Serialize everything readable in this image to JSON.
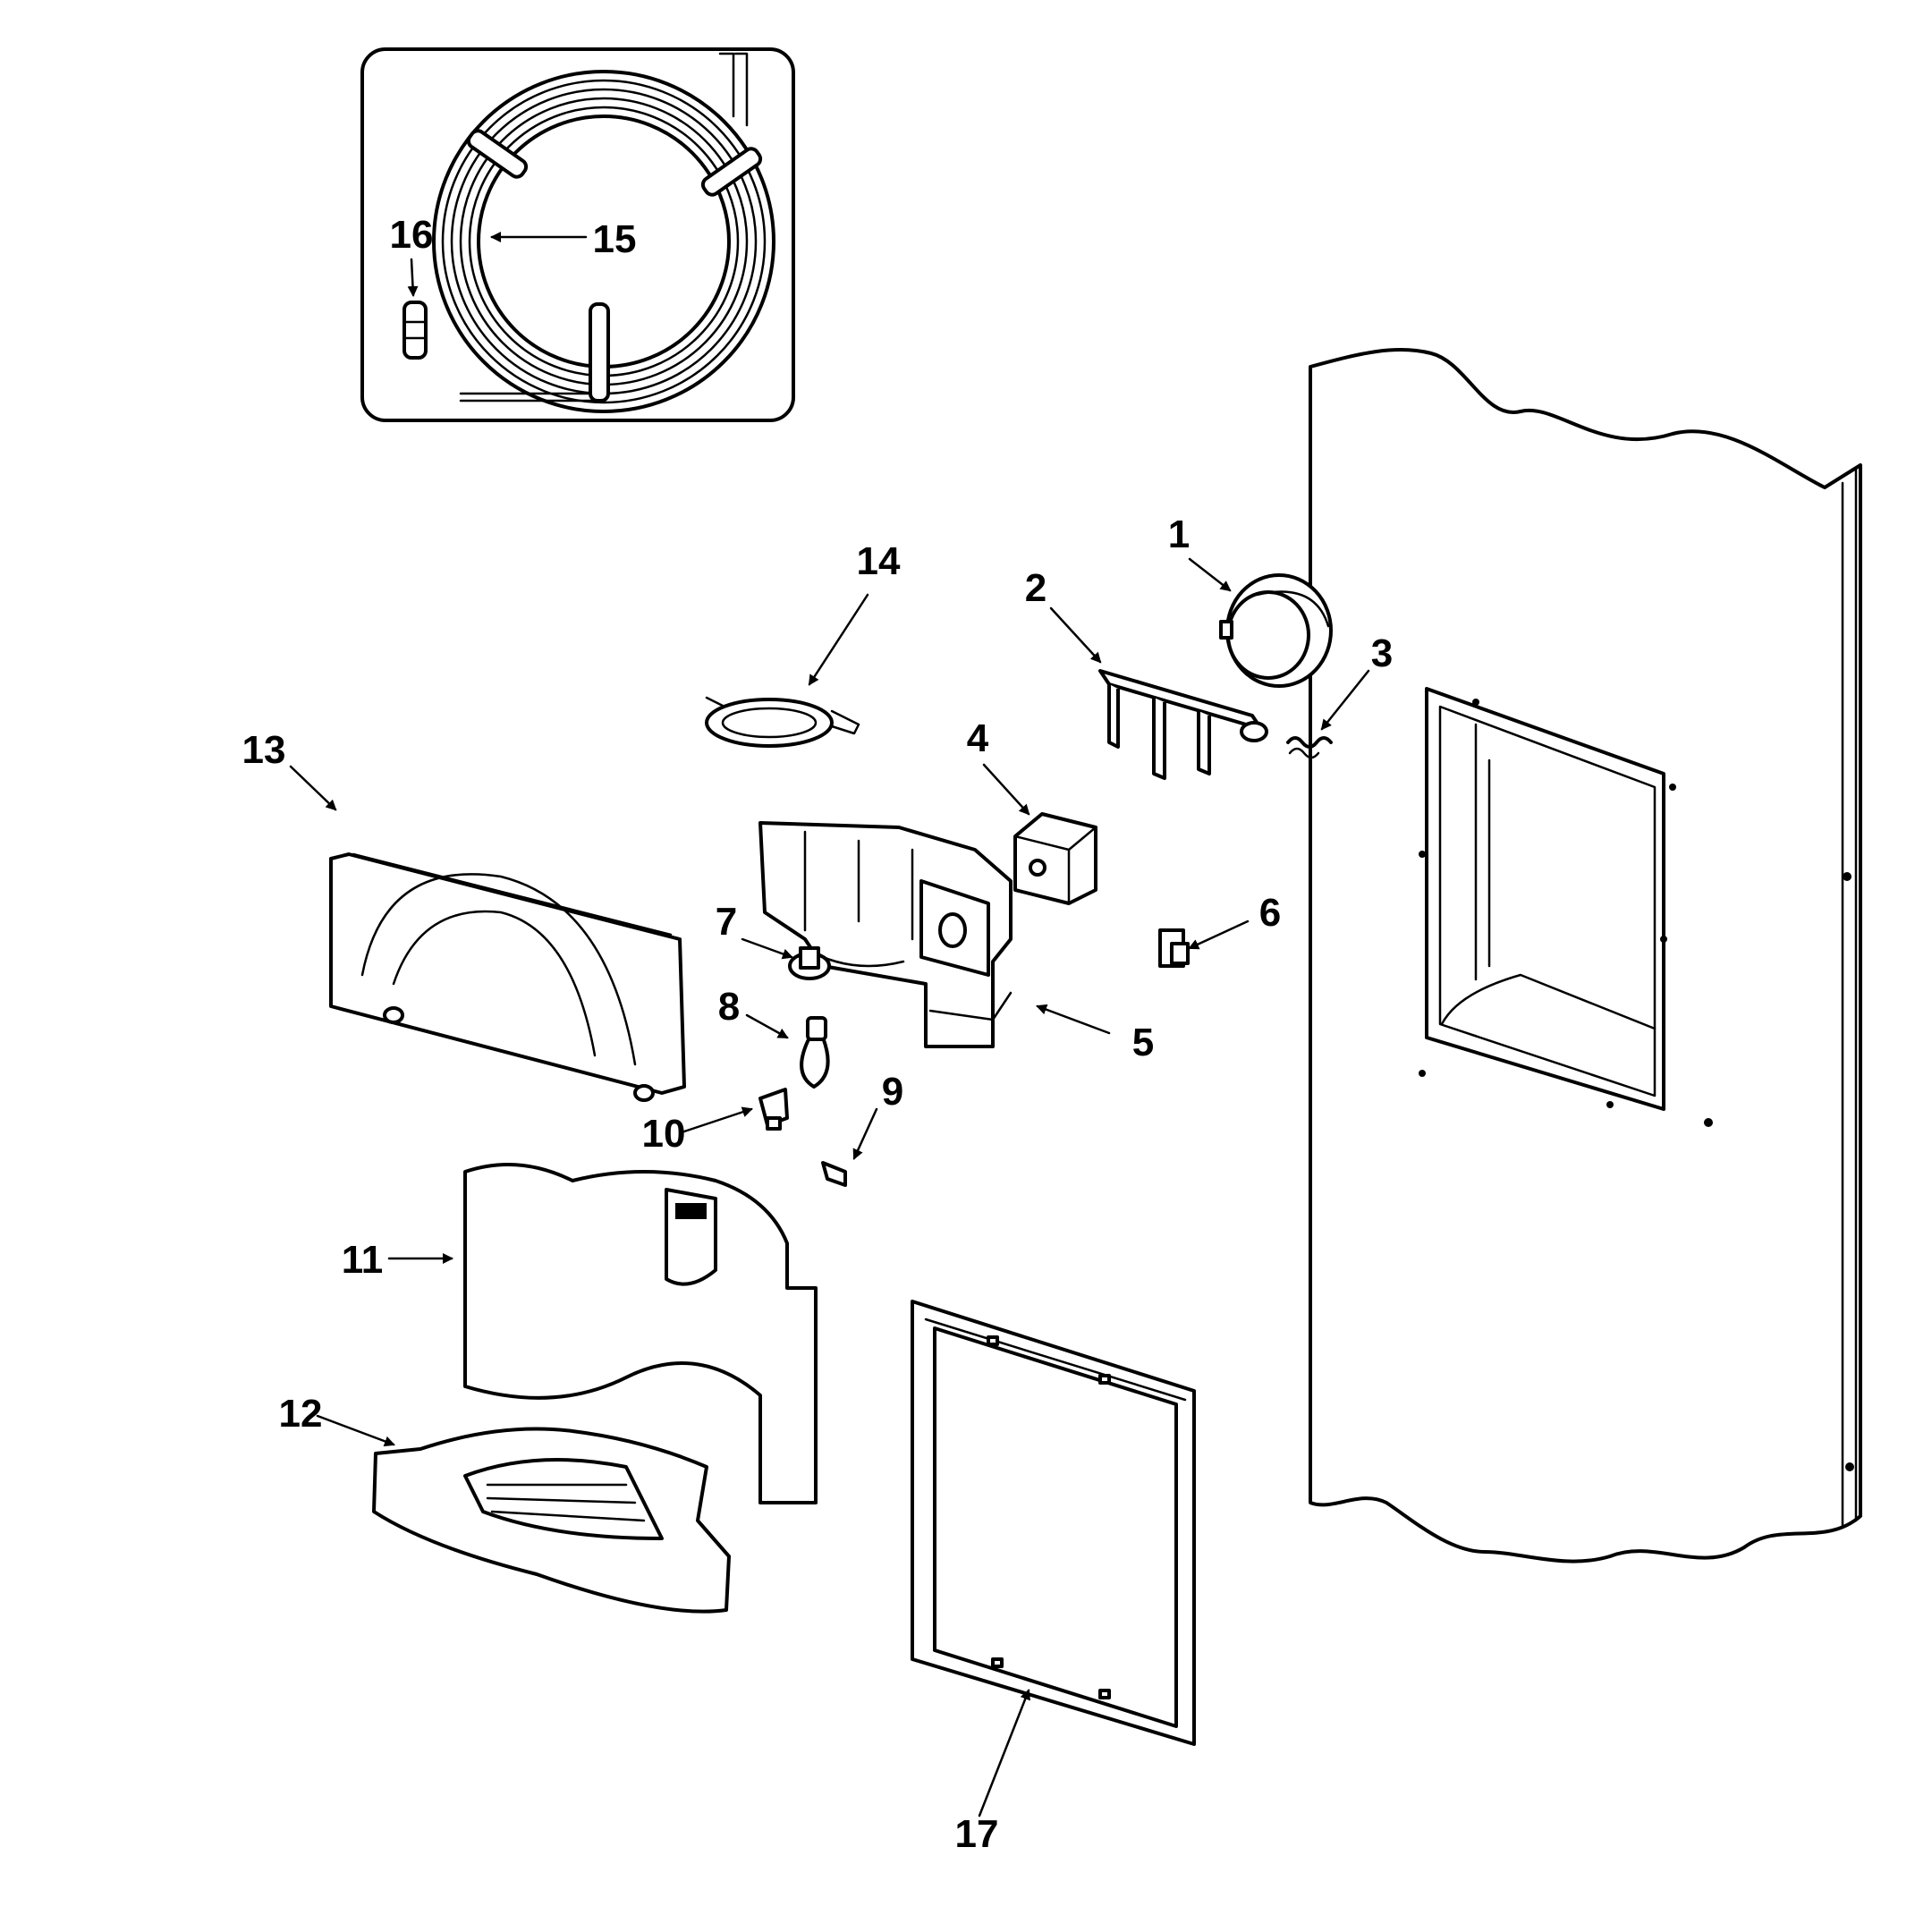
{
  "diagram": {
    "callouts": [
      {
        "id": "1",
        "label": "1"
      },
      {
        "id": "2",
        "label": "2"
      },
      {
        "id": "3",
        "label": "3"
      },
      {
        "id": "4",
        "label": "4"
      },
      {
        "id": "5",
        "label": "5"
      },
      {
        "id": "6",
        "label": "6"
      },
      {
        "id": "7",
        "label": "7"
      },
      {
        "id": "8",
        "label": "8"
      },
      {
        "id": "9",
        "label": "9"
      },
      {
        "id": "10",
        "label": "10"
      },
      {
        "id": "11",
        "label": "11"
      },
      {
        "id": "12",
        "label": "12"
      },
      {
        "id": "13",
        "label": "13"
      },
      {
        "id": "14",
        "label": "14"
      },
      {
        "id": "15",
        "label": "15"
      },
      {
        "id": "16",
        "label": "16"
      },
      {
        "id": "17",
        "label": "17"
      }
    ]
  }
}
